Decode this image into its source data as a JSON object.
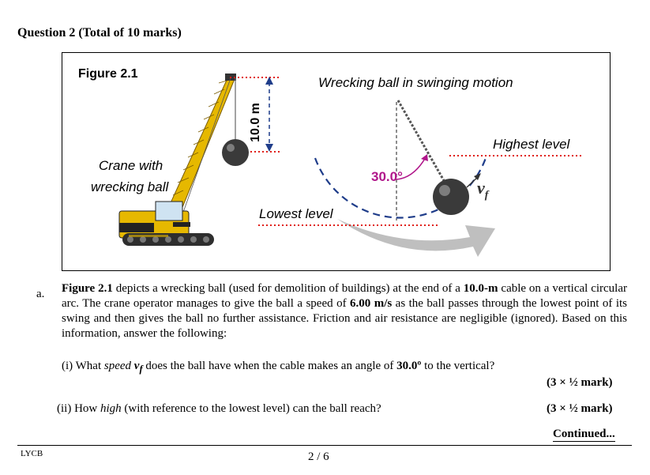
{
  "heading": "Question 2 (Total of 10 marks)",
  "figure": {
    "label": "Figure 2.1",
    "title": "Wrecking ball in swinging motion",
    "crane_caption_line1": "Crane with",
    "crane_caption_line2": "wrecking ball",
    "cable_length": "10.0 m",
    "angle": "30.0°",
    "highest_level": "Highest level",
    "lowest_level": "Lowest level",
    "vf": "v",
    "vf_sub": "f",
    "colors": {
      "angle": "#b0168a",
      "level_line": "#e0201a",
      "arc": "#1f3d8a",
      "boom": "#e6b800"
    }
  },
  "part_a": {
    "letter": "a.",
    "fig_ref": "Figure 2.1",
    "text1": " depicts a wrecking ball (used for demolition of buildings) at the end of a ",
    "cable": "10.0-m",
    "text2": " cable on a vertical circular arc. The crane operator manages to give the ball a speed of ",
    "speed": "6.00 m/s",
    "text3": " as the ball passes through the lowest point of its swing and then gives the ball no further assistance. Friction and air resistance are negligible (ignored). Based on this information, answer the following:"
  },
  "q1": {
    "prefix": "(i) What ",
    "speed_word": "speed",
    "var": "v",
    "var_sub": "f",
    "middle": " does the ball have when the cable makes an angle of ",
    "angle": "30.0º",
    "suffix": " to the vertical?",
    "marks": "(3 × ½ mark)"
  },
  "q2": {
    "prefix": "(ii) How ",
    "high_word": "high",
    "suffix": " (with reference to the lowest level) can the ball reach?",
    "marks": "(3 × ½ mark)"
  },
  "footer": {
    "left": "LYCB",
    "page": "2 / 6",
    "continued": "Continued..."
  }
}
